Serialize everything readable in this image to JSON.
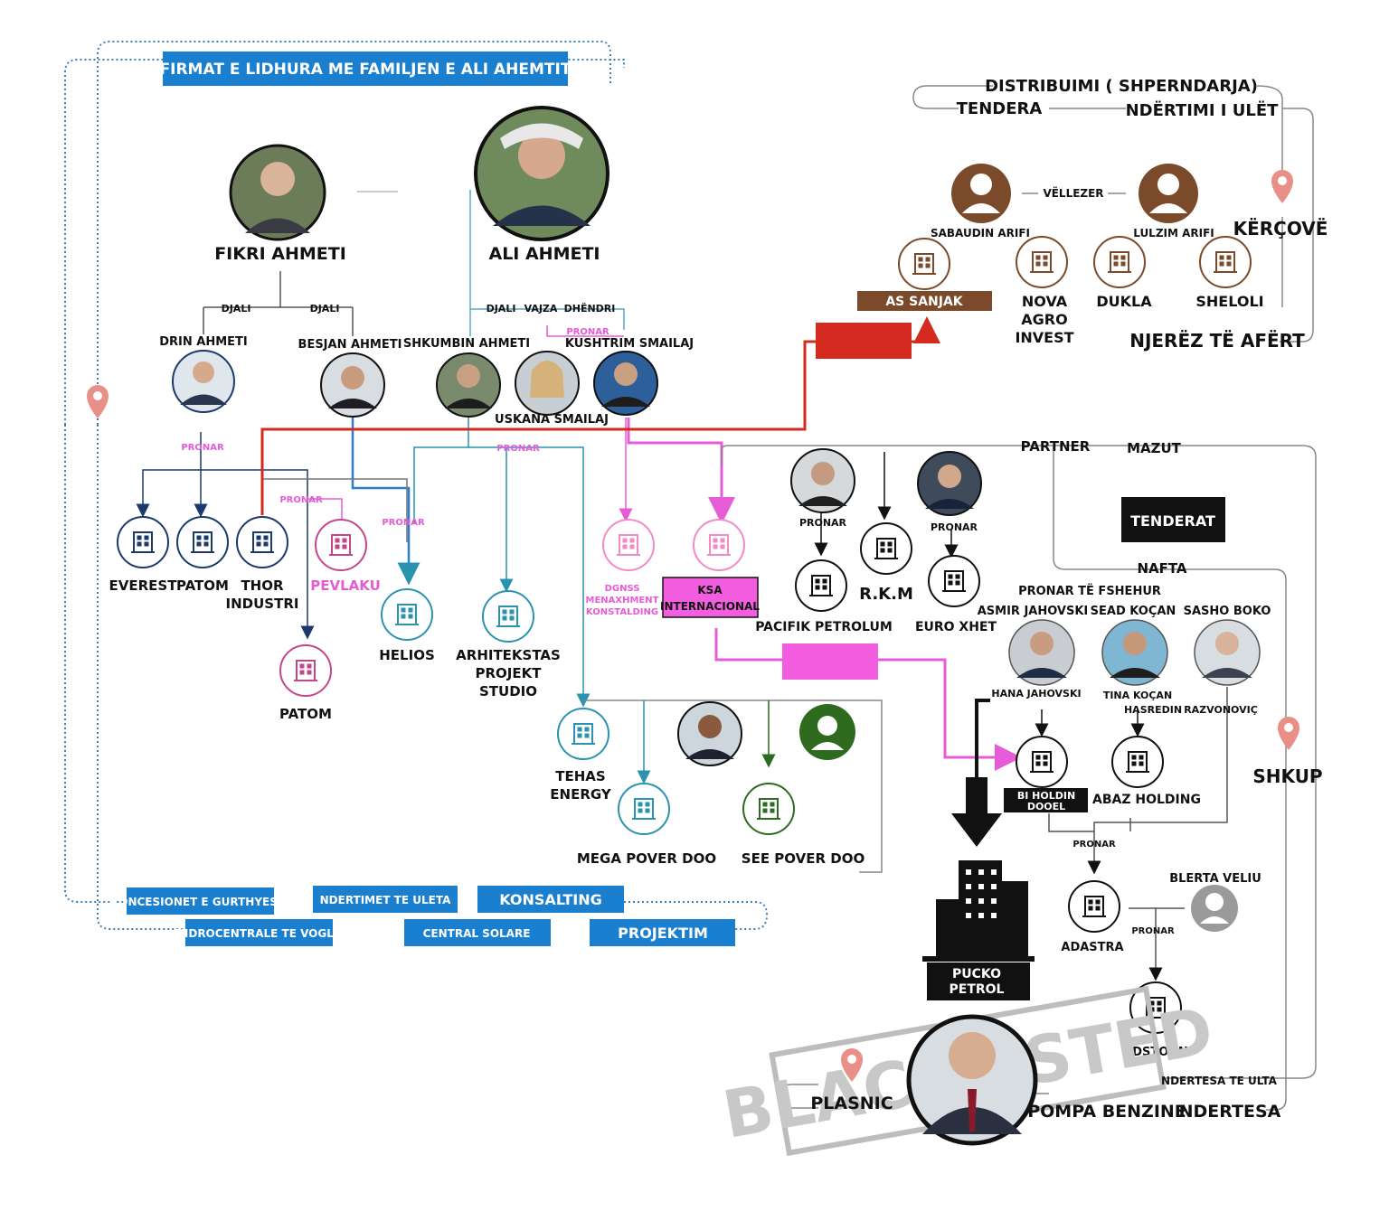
{
  "title": "FIRMAT E LIDHURA ME FAMILJEN E ALI AHEMTIT",
  "colors": {
    "blue_banner": "#1b7fd0",
    "navy": "#1b3a6b",
    "pink": "#e65bd6",
    "red": "#d52a1f",
    "brown": "#7a4a2a",
    "teal": "#2a93b0",
    "magenta_company": "#c2478a",
    "green": "#2e6b1f",
    "black": "#111111"
  },
  "people": {
    "fikri": "FIKRI AHMETI",
    "ali": "ALI AHMETI",
    "drin": "DRIN AHMETI",
    "besjan": "BESJAN  AHMETI",
    "shkumbin": "SHKUMBIN AHMETI",
    "kushtrim": "KUSHTRIM SMAILAJ",
    "uskana": "USKANA  SMAILAJ",
    "sabaudin": "SABAUDIN ARIFI",
    "lulzim": "LULZIM ARIFI",
    "asmir": "ASMIR JAHOVSKI",
    "sead": "SEAD KOÇAN",
    "sasho": "SASHO BOKO",
    "hana": "HANA JAHOVSKI",
    "tina": "TINA KOÇAN",
    "hasredin": "HASREDIN",
    "razvonovic": "RAZVONOVIÇ",
    "blerta": "BLERTA VELIU"
  },
  "relations": {
    "djali": "DJALI",
    "vajza": "VAJZA",
    "dhendri": "DHËNDRI",
    "pronar": "PRONAR",
    "vellezer": "VËLLEZER",
    "partner": "PARTNER",
    "mazut": "MAZUT",
    "nafta": "NAFTA",
    "pronar_fshehur": "PRONAR TË FSHEHUR"
  },
  "companies": {
    "everest": "EVEREST",
    "patom": "PATOM",
    "thor1": "THOR",
    "thor2": "INDUSTRI",
    "pevlaku": "PEVLAKU",
    "patom2": "PATOM",
    "helios": "HELIOS",
    "arh1": "ARHITEKSTAS",
    "arh2": "PROJEKT",
    "arh3": "STUDIO",
    "dgnss1": "DGNSS",
    "dgnss2": "MENAXHMENT",
    "dgnss3": "KONSTALDING",
    "ksa1": "KSA",
    "ksa2": "INTERNACIONAL",
    "tehas1": "TEHAS",
    "tehas2": "ENERGY",
    "mega": "MEGA POVER DOO",
    "see": "SEE POVER DOO",
    "pacifik": "PACIFIK PETROLUM",
    "rkm": "R.K.M",
    "euro": "EURO XHET",
    "as_sanjak": "AS SANJAK",
    "nova1": "NOVA",
    "nova2": "AGRO",
    "nova3": "INVEST",
    "dukla": "DUKLA",
    "sheloli": "SHELOLI",
    "bi1": "BI HOLDIN",
    "bi2": "DOOEL",
    "abaz": "ABAZ HOLDING",
    "adastra": "ADASTRA",
    "adstoun": "ADSTOUN",
    "pucko1": "PUCKO",
    "pucko2": "PETROL"
  },
  "topright": {
    "distribuimi": "DISTRIBUIMI ( SHPERNDARJA)",
    "tendera": "TENDERA",
    "ndertimi": "NDËRTIMI I ULËT",
    "kercove": "KËRÇOVË",
    "njerez": "NJERËZ TË AFËRT"
  },
  "right": {
    "tenderat": "TENDERAT",
    "shkup": "SHKUP",
    "ndertesa_te_ulta": "NDERTESA TE ULTA",
    "ndertesa": "NDERTESA",
    "pompa": "POMPA BENZINE",
    "plasnic": "PLASNIC",
    "blacklisted": "BLACKLISTED"
  },
  "bottom_tags": [
    "KONCESIONET  E GURTHYESIT",
    "NDERTIMET TE ULETA",
    "KONSALTING",
    "HIDROCENTRALE TE VOGLA",
    "CENTRAL  SOLARE",
    "PROJEKTIM"
  ]
}
